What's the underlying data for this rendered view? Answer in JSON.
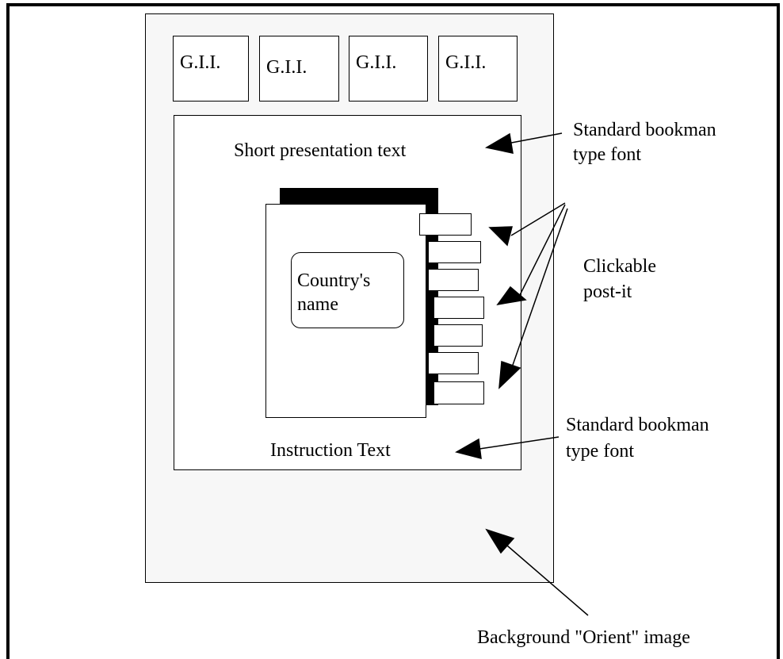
{
  "icons_tile_label": "G.I.I.",
  "panel": {
    "presentation_text": "Short presentation text",
    "instruction_text": "Instruction Text",
    "country_name": "Country's name"
  },
  "annotations": {
    "font_note_top_line1": "Standard bookman",
    "font_note_top_line2": "type font",
    "clickable_line1": "Clickable",
    "clickable_line2": "post-it",
    "font_note_bottom_line1": "Standard bookman",
    "font_note_bottom_line2": "type font",
    "background_note": "Background \"Orient\" image"
  }
}
